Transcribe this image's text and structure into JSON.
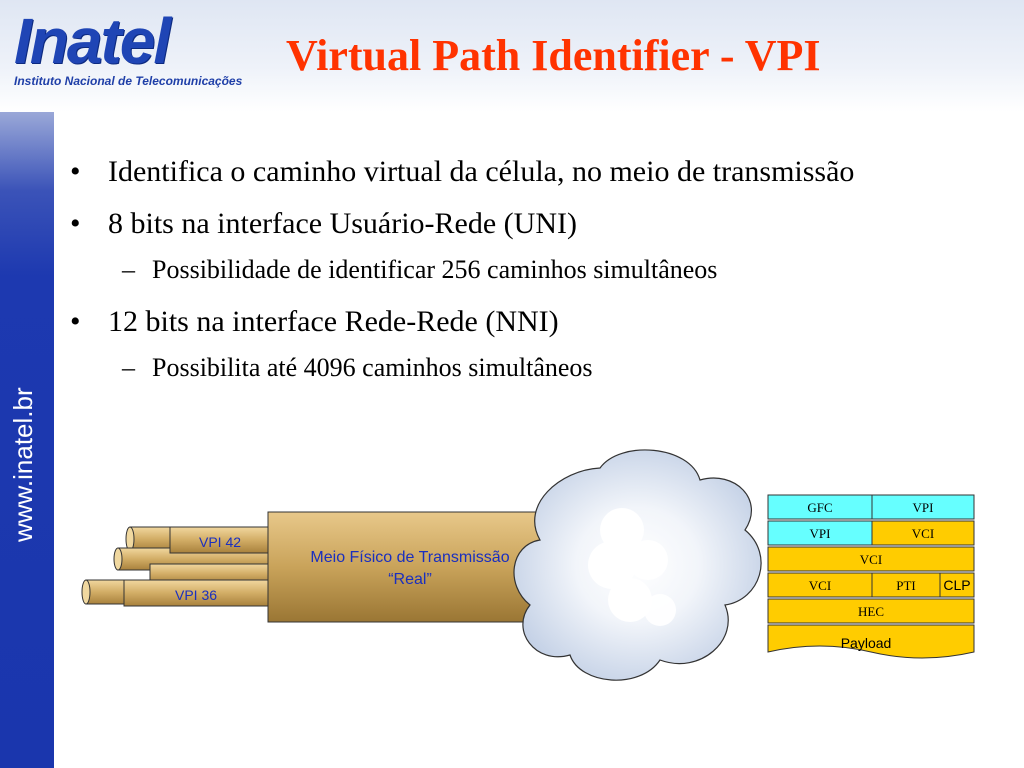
{
  "logo": {
    "word": "Inatel",
    "subtitle": "Instituto Nacional de Telecomunicações"
  },
  "title": "Virtual Path Identifier - VPI",
  "sidebar": {
    "url": "www.inatel.br"
  },
  "bullets": [
    {
      "text": "Identifica o caminho virtual da célula, no meio de transmissão",
      "sub": []
    },
    {
      "text": "8 bits na interface Usuário-Rede (UNI)",
      "sub": [
        "Possibilidade de identificar 256 caminhos simultâneos"
      ]
    },
    {
      "text": "12 bits na interface Rede-Rede (NNI)",
      "sub": [
        "Possibilita até 4096 caminhos simultâneos"
      ]
    }
  ],
  "diagram": {
    "labels": {
      "vpi_top": "VPI 42",
      "vpi_bottom": "VPI 36",
      "medium_line1": "Meio Físico de Transmissão",
      "medium_line2": "“Real”"
    },
    "cell_header": {
      "row1": [
        "GFC",
        "VPI"
      ],
      "row2": [
        "VPI",
        "VCI"
      ],
      "row3": [
        "VCI"
      ],
      "row4": [
        "VCI",
        "PTI",
        "CLP"
      ],
      "row5": [
        "HEC"
      ],
      "payload": "Payload"
    },
    "colors": {
      "accent_title": "#ff3300",
      "cyan": "#66ffff",
      "gold": "#ffcc00",
      "cable": "#c9a35a",
      "cloud": "#cfdaea",
      "text_blue": "#1a2fbf"
    }
  }
}
